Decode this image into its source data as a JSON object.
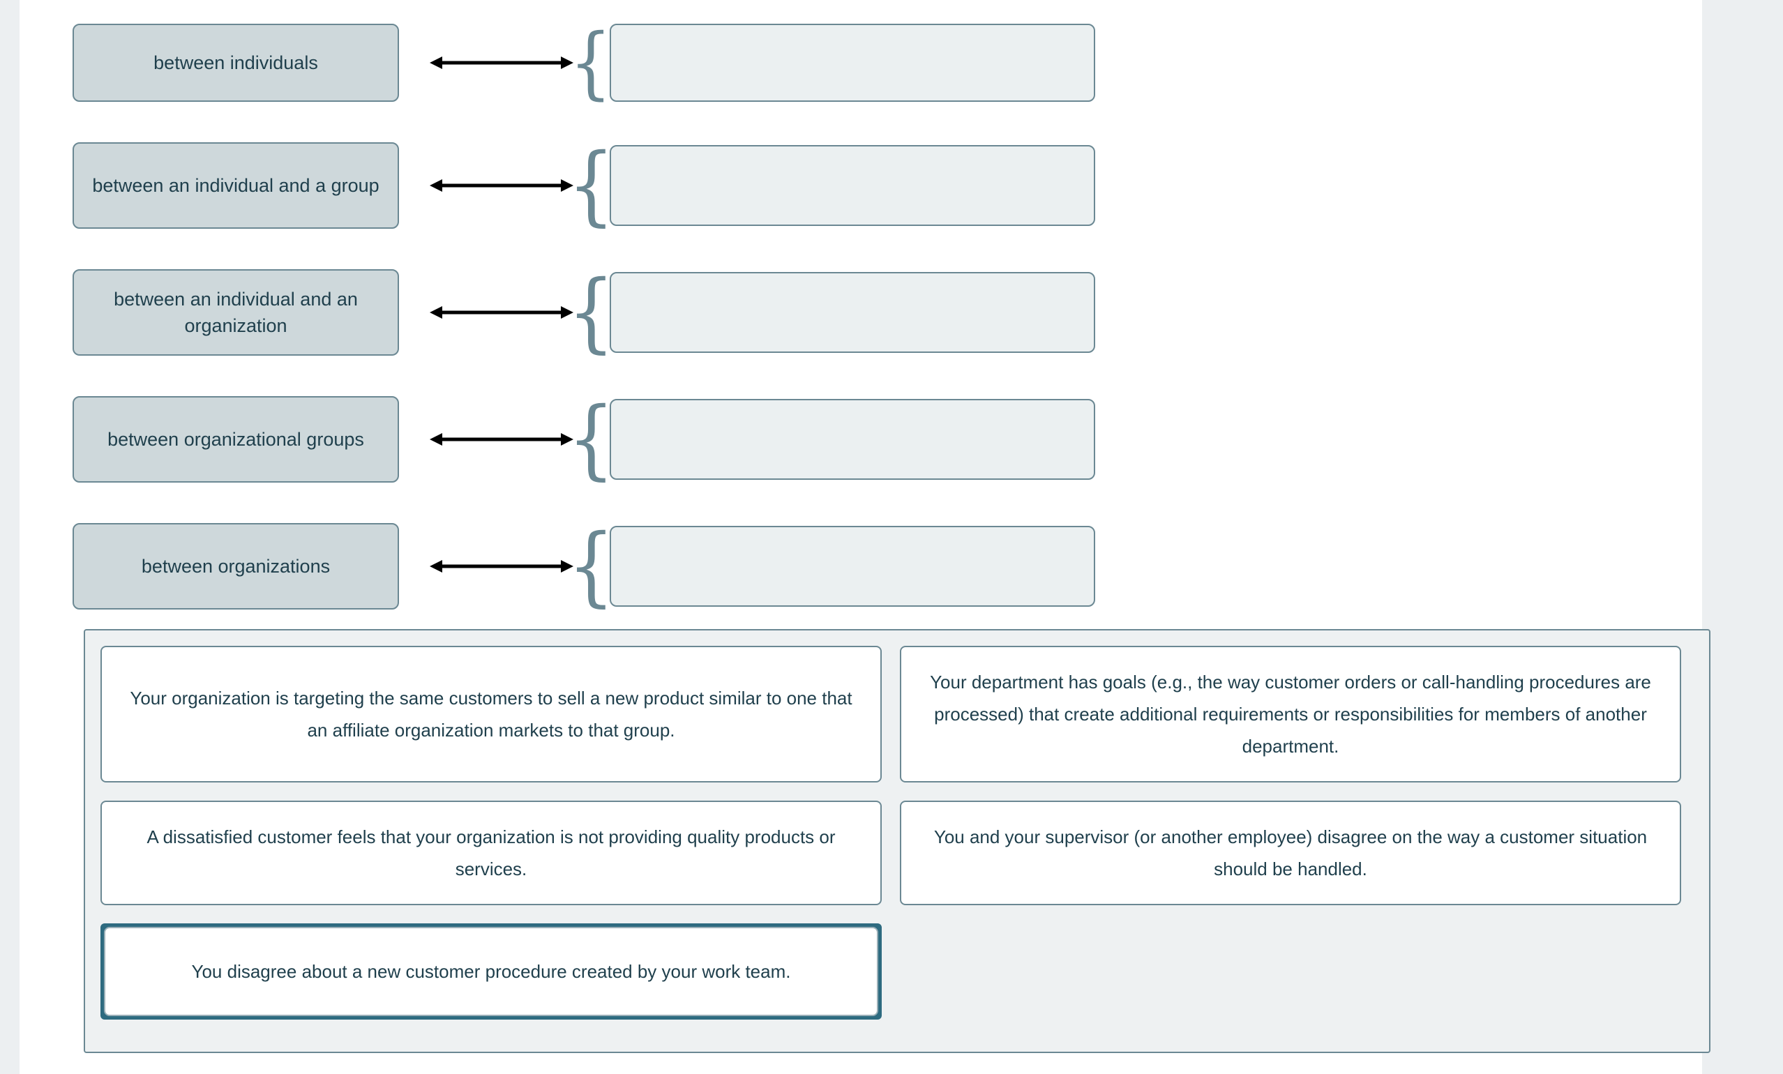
{
  "colors": {
    "page_background": "#eceff1",
    "content_background": "#ffffff",
    "term_chip_fill": "#ced8db",
    "border_teal_gray": "#6b8893",
    "dropzone_fill": "#ebf0f1",
    "answer_bank_fill": "#eef1f2",
    "text_dark_teal": "#1f3f4c",
    "selected_outline": "#2e6b80",
    "arrow_color": "#000000"
  },
  "matching": {
    "brace_glyph": "{",
    "arrow_icon_name": "double-headed-arrow-icon",
    "rows": [
      {
        "term": "between individuals",
        "dropzone_value": ""
      },
      {
        "term": "between an individual and a group",
        "dropzone_value": ""
      },
      {
        "term": "between an individual and an organization",
        "dropzone_value": ""
      },
      {
        "term": "between organizational groups",
        "dropzone_value": ""
      },
      {
        "term": "between organizations",
        "dropzone_value": ""
      }
    ]
  },
  "answer_bank": {
    "cards": [
      {
        "text": "Your organization is targeting the same customers to sell a new product similar to one that an affiliate organization markets to that group.",
        "selected": false
      },
      {
        "text": "Your department has goals (e.g., the way customer orders or call-handling procedures are processed) that create additional requirements or responsibilities for members of another department.",
        "selected": false
      },
      {
        "text": "A dissatisfied customer feels that your organization is not providing quality products or services.",
        "selected": false
      },
      {
        "text": "You and your supervisor (or another employee) disagree on the way a customer situation should be handled.",
        "selected": false
      },
      {
        "text": "You disagree about a new customer procedure created by your work team.",
        "selected": true
      }
    ]
  }
}
